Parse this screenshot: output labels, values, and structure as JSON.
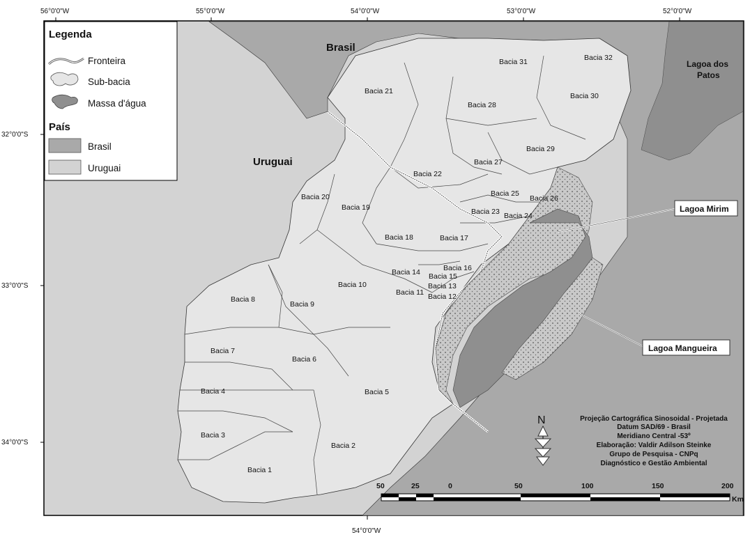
{
  "map": {
    "longitudes_top": [
      "56°0'0\"W",
      "55°0'0\"W",
      "54°0'0\"W",
      "53°0'0\"W",
      "52°0'0\"W"
    ],
    "longitude_bottom": "54°0'0\"W",
    "latitudes": [
      "32°0'0\"S",
      "33°0'0\"S",
      "34°0'0\"S"
    ],
    "countries": {
      "brasil": "Brasil",
      "uruguai": "Uruguai"
    },
    "lagoa_dos_patos": [
      "Lagoa dos",
      "Patos"
    ],
    "callouts": {
      "mirim": "Lagoa Mirim",
      "mangueira": "Lagoa Mangueira"
    },
    "basins": [
      "Bacia 1",
      "Bacia 2",
      "Bacia 3",
      "Bacia 4",
      "Bacia 5",
      "Bacia 6",
      "Bacia 7",
      "Bacia 8",
      "Bacia 9",
      "Bacia 10",
      "Bacia 11",
      "Bacia 12",
      "Bacia 13",
      "Bacia 14",
      "Bacia 15",
      "Bacia 16",
      "Bacia 17",
      "Bacia 18",
      "Bacia 19",
      "Bacia 20",
      "Bacia 21",
      "Bacia 22",
      "Bacia 23",
      "Bacia 24",
      "Bacia 25",
      "Bacia 26",
      "Bacia 27",
      "Bacia 28",
      "Bacia 29",
      "Bacia 30",
      "Bacia 31",
      "Bacia 32"
    ]
  },
  "legend": {
    "title": "Legenda",
    "items": [
      "Fronteira",
      "Sub-bacia",
      "Massa d'água"
    ],
    "country_title": "País",
    "countries": [
      "Brasil",
      "Uruguai"
    ]
  },
  "credits": {
    "north": "N",
    "lines": [
      "Projeção Cartográfica Sinosoidal - Projetada",
      "Datum SAD/69 - Brasil",
      "Meridiano Central -53º",
      "Elaboração: Valdir Adilson Steinke",
      "Grupo de Pesquisa - CNPq",
      "Diagnóstico e Gestão Ambiental"
    ]
  },
  "scale": {
    "labels": [
      "50",
      "25",
      "0",
      "50",
      "100",
      "150",
      "200"
    ],
    "unit": "Km"
  },
  "colors": {
    "brasil": "#a9a9a9",
    "uruguai": "#d3d3d3",
    "basin": "#e6e6e6",
    "water": "#8f8f8f",
    "frame": "#000000"
  }
}
